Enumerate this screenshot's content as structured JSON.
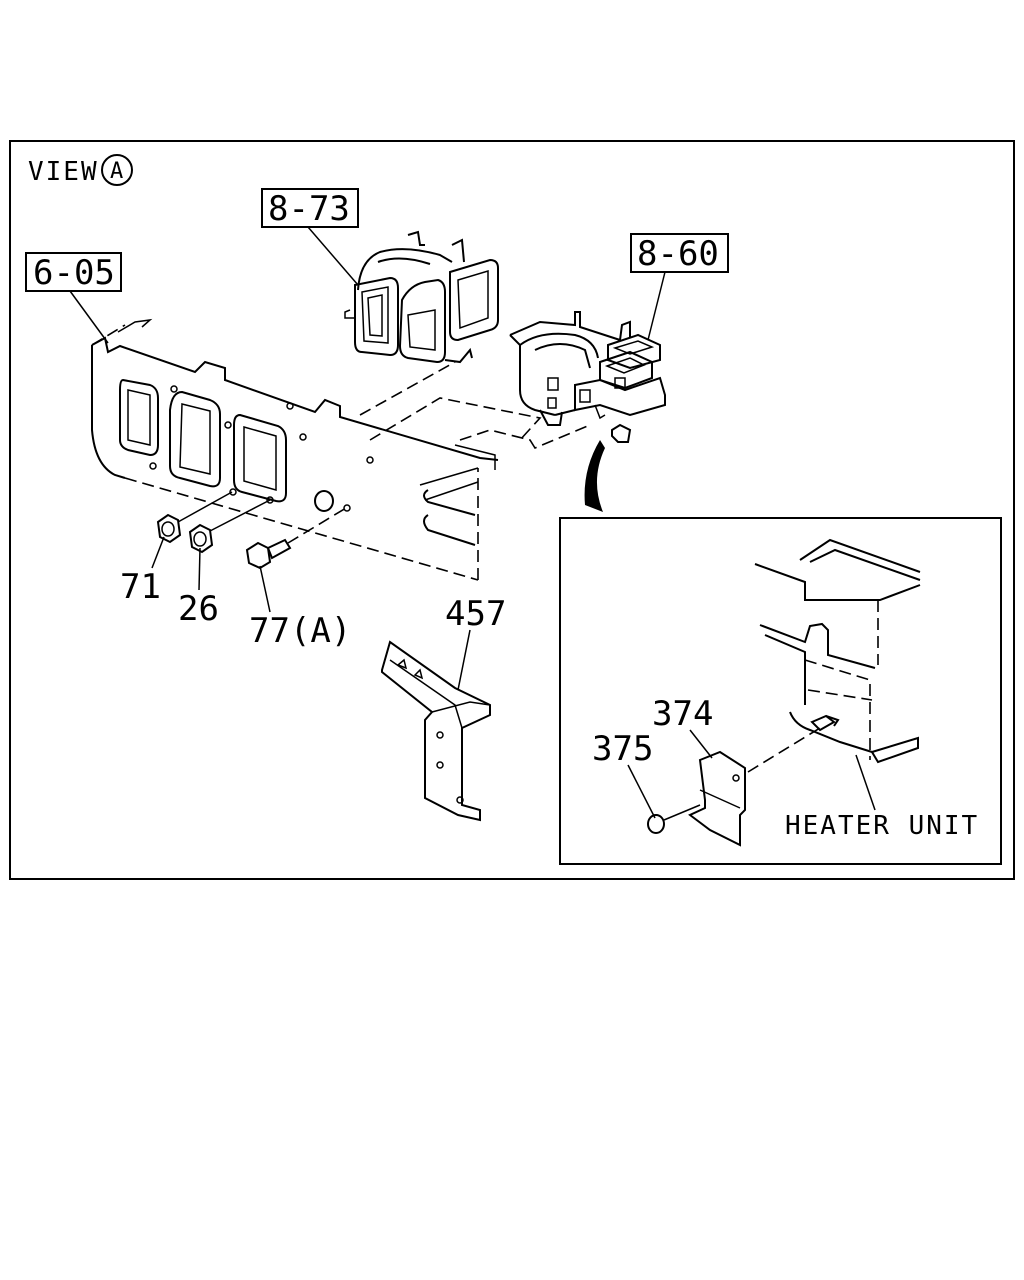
{
  "diagram": {
    "view_title": "VIEW",
    "view_marker": "A",
    "callouts": {
      "c605": "6-05",
      "c873": "8-73",
      "c860": "8-60",
      "p71": "71",
      "p26": "26",
      "p77": "77(A)",
      "p457": "457",
      "p374": "374",
      "p375": "375",
      "heater": "HEATER UNIT"
    }
  }
}
